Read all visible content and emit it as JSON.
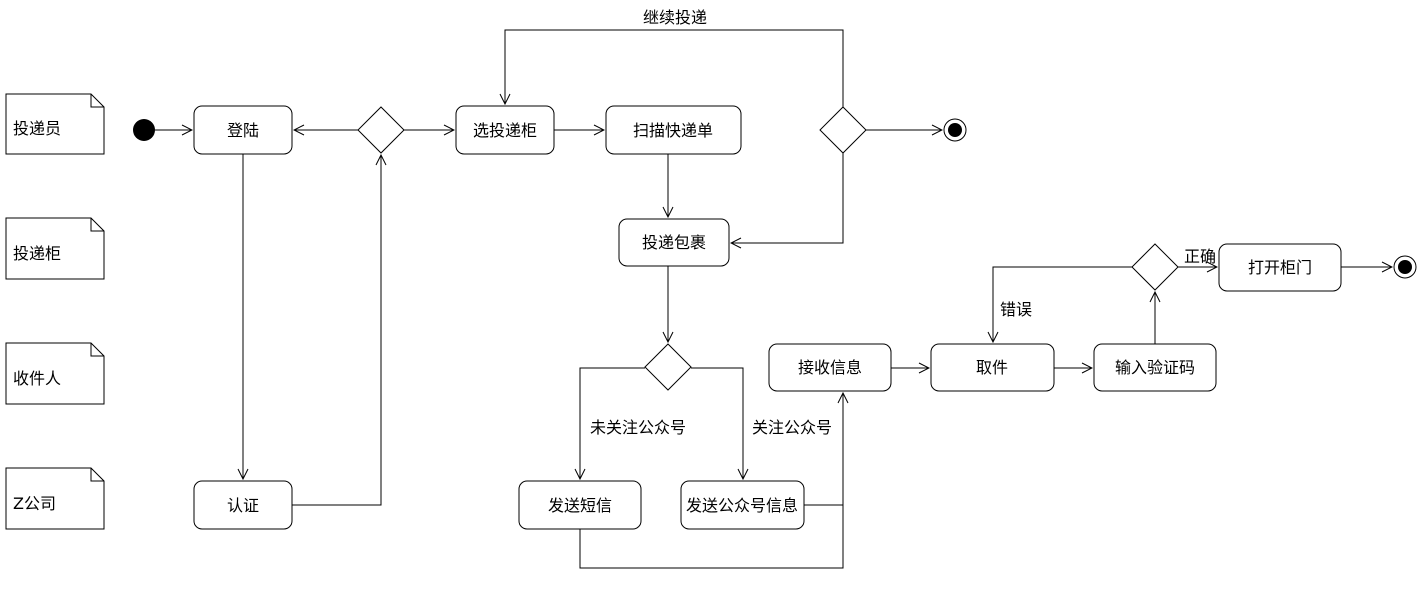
{
  "actors": {
    "courier": "投递员",
    "locker": "投递柜",
    "recipient": "收件人",
    "company": "Z公司"
  },
  "activities": {
    "login": "登陆",
    "auth": "认证",
    "select_locker": "选投递柜",
    "scan_waybill": "扫描快递单",
    "deliver_package": "投递包裹",
    "send_sms": "发送短信",
    "send_official_msg": "发送公众号信息",
    "receive_info": "接收信息",
    "pickup": "取件",
    "enter_code": "输入验证码",
    "open_door": "打开柜门"
  },
  "edge_labels": {
    "continue_delivery": "继续投递",
    "not_following": "未关注公众号",
    "following": "关注公众号",
    "correct": "正确",
    "wrong": "错误"
  }
}
